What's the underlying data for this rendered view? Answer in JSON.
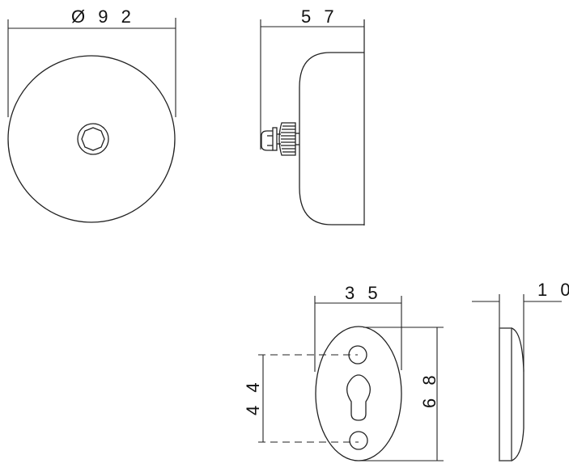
{
  "drawing": {
    "title": "Door stop technical drawing",
    "views": {
      "front_disc": {
        "dimension_label": "Ø92",
        "dimension_text": "Ø 9 2"
      },
      "side_profile": {
        "dimension_label": "57",
        "dimension_text": "5 7"
      },
      "mounting_plate_front": {
        "width_label": "35",
        "width_text": "3 5",
        "height_label": "68",
        "height_text": "6 8",
        "hole_spacing_label": "44",
        "hole_spacing_text": "4 4"
      },
      "mounting_plate_side": {
        "thickness_label": "10",
        "thickness_text": "1 0"
      }
    },
    "colors": {
      "line": "#222222",
      "background": "#ffffff"
    }
  }
}
